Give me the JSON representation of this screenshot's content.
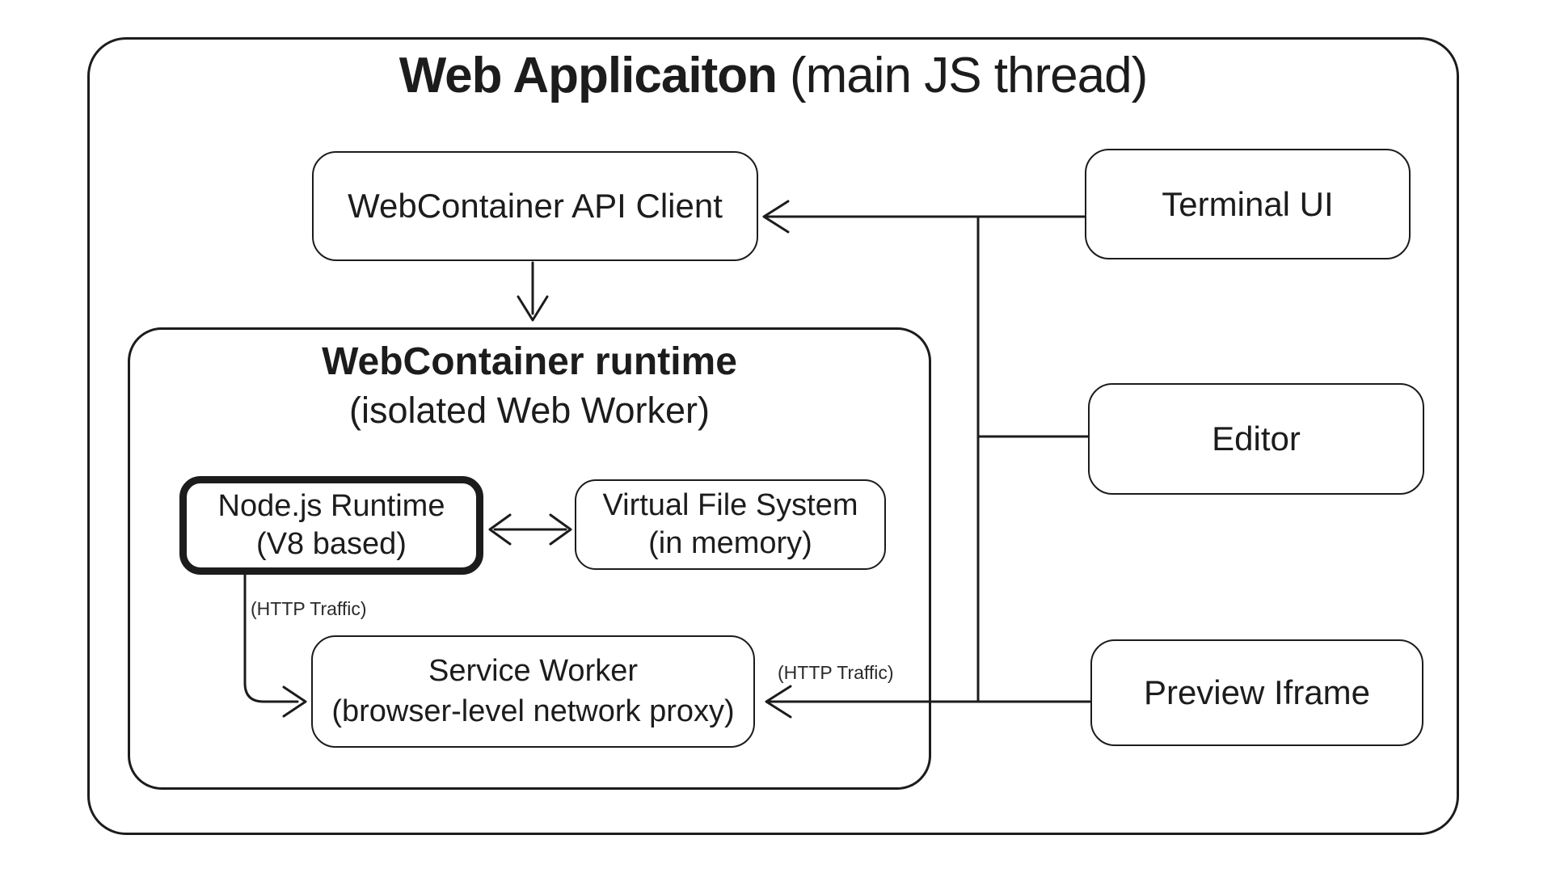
{
  "title": {
    "bold": "Web Applicaiton",
    "regular": "(main JS thread)"
  },
  "nodes": {
    "api_client": {
      "label": "WebContainer API Client"
    },
    "terminal_ui": {
      "label": "Terminal UI"
    },
    "editor": {
      "label": "Editor"
    },
    "preview_iframe": {
      "label": "Preview Iframe"
    },
    "webcontainer_runtime": {
      "title": "WebContainer runtime",
      "subtitle": "(isolated Web Worker)"
    },
    "nodejs_runtime": {
      "line1": "Node.js Runtime",
      "line2": "(V8 based)"
    },
    "virtual_file_system": {
      "line1": "Virtual File System",
      "line2": "(in memory)"
    },
    "service_worker": {
      "line1": "Service Worker",
      "line2": "(browser-level network proxy)"
    }
  },
  "labels": {
    "http_traffic_left": "(HTTP Traffic)",
    "http_traffic_right": "(HTTP Traffic)"
  },
  "colors": {
    "stroke": "#1c1c1c",
    "background": "#ffffff"
  }
}
